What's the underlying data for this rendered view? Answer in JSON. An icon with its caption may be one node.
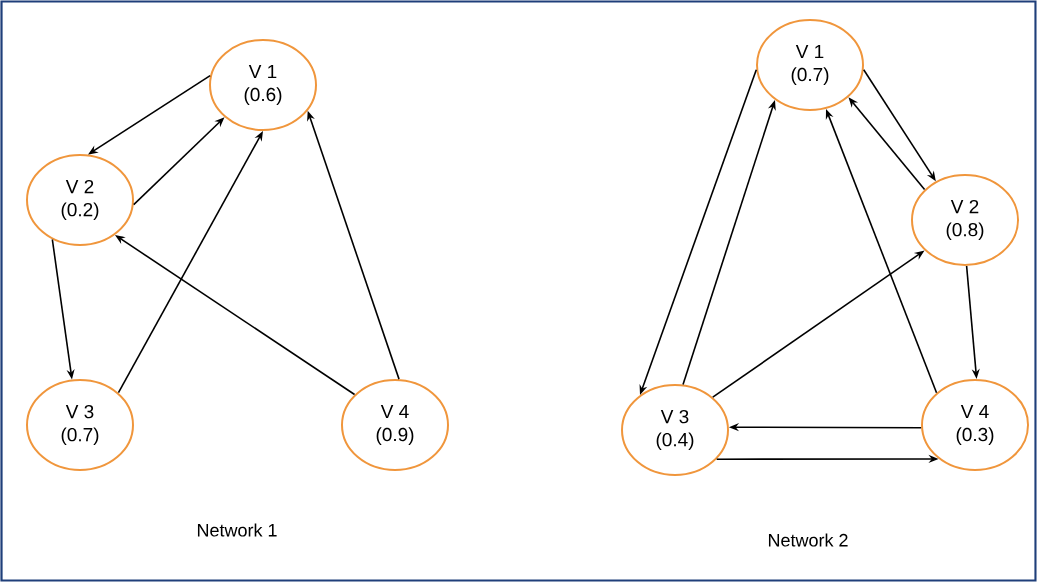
{
  "diagram": {
    "nodes": [
      {
        "text": [
          "V 1",
          "(0.6)"
        ]
      },
      {
        "text": [
          "V 2",
          "(0.2)"
        ]
      },
      {
        "text": [
          "V 3",
          "(0.7)"
        ]
      },
      {
        "text": [
          "V 4",
          "(0.9)"
        ]
      },
      {
        "text": [
          "V 1",
          "(0.7)"
        ]
      },
      {
        "text": [
          "V 2",
          "(0.8)"
        ]
      },
      {
        "text": [
          "V 3",
          "(0.4)"
        ]
      },
      {
        "text": [
          "V 4",
          "(0.3)"
        ]
      }
    ],
    "edges": [
      {
        "from": 0,
        "to": 1,
        "arrow": "to"
      },
      {
        "from": 1,
        "to": 0,
        "arrow": "to"
      },
      {
        "from": 1,
        "to": 2,
        "arrow": "to"
      },
      {
        "from": 2,
        "to": 0,
        "arrow": "to"
      },
      {
        "from": 3,
        "to": 1,
        "arrow": "to"
      },
      {
        "from": 3,
        "to": 0,
        "arrow": "to"
      },
      {
        "from": 4,
        "to": 6,
        "arrow": "to"
      },
      {
        "from": 6,
        "to": 4,
        "arrow": "to"
      },
      {
        "from": 4,
        "to": 5,
        "arrow": "to"
      },
      {
        "from": 5,
        "to": 4,
        "arrow": "to"
      },
      {
        "from": 6,
        "to": 5,
        "arrow": "to"
      },
      {
        "from": 7,
        "to": 4,
        "arrow": "to"
      },
      {
        "from": 5,
        "to": 7,
        "arrow": "to"
      },
      {
        "from": 7,
        "to": 6,
        "arrow": "to"
      },
      {
        "from": 6,
        "to": 7,
        "arrow": "to"
      }
    ],
    "labels": [
      "Network 1",
      "Network 2"
    ]
  }
}
